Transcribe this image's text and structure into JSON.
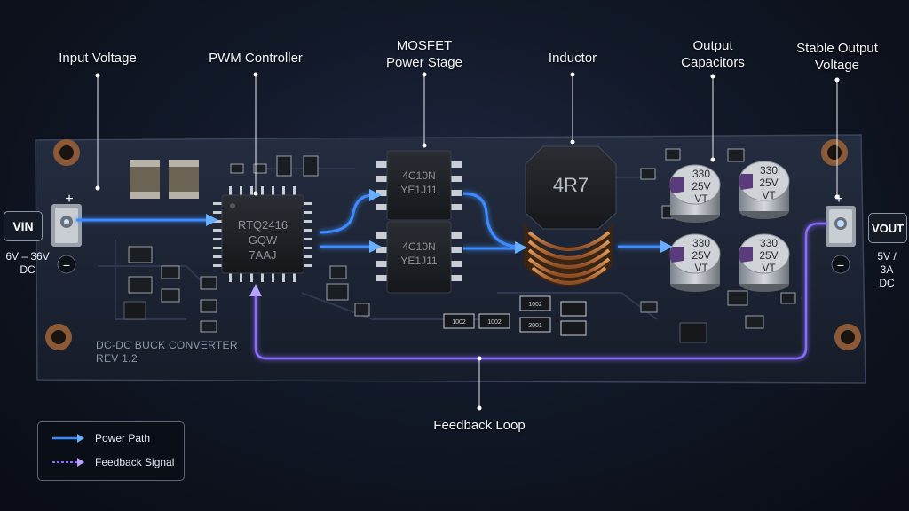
{
  "callouts": {
    "input_voltage": "Input Voltage",
    "pwm_controller": "PWM Controller",
    "mosfet_line1": "MOSFET",
    "mosfet_line2": "Power Stage",
    "inductor": "Inductor",
    "output_caps_line1": "Output",
    "output_caps_line2": "Capacitors",
    "stable_output_line1": "Stable Output",
    "stable_output_line2": "Voltage",
    "feedback_loop": "Feedback Loop"
  },
  "input": {
    "tag": "VIN",
    "range_line1": "6V – 36V",
    "range_line2": "DC",
    "plus": "+",
    "minus": "−"
  },
  "output": {
    "tag": "VOUT",
    "rating_line1": "5V / 3A",
    "rating_line2": "DC",
    "plus": "+",
    "minus": "−"
  },
  "board": {
    "name_line1": "DC-DC BUCK CONVERTER",
    "name_line2": "REV 1.2"
  },
  "controller_chip": {
    "line1": "RTQ2416",
    "line2": "GQW",
    "line3": "7AAJ"
  },
  "mosfets": [
    {
      "line1": "4C10N",
      "line2": "YE1J11"
    },
    {
      "line1": "4C10N",
      "line2": "YE1J11"
    }
  ],
  "inductor_marking": "4R7",
  "capacitors": [
    {
      "line1": "330",
      "line2": "25V",
      "line3": "VT"
    },
    {
      "line1": "330",
      "line2": "25V",
      "line3": "VT"
    },
    {
      "line1": "330",
      "line2": "25V",
      "line3": "VT"
    },
    {
      "line1": "330",
      "line2": "25V",
      "line3": "VT"
    }
  ],
  "resistors": [
    "1002",
    "1002",
    "1002",
    "2001"
  ],
  "legend": {
    "power_path": "Power Path",
    "feedback_signal": "Feedback Signal"
  },
  "colors": {
    "power_path": "#3d8bff",
    "feedback_signal": "#8a6cff",
    "board": "#1a2233",
    "copper": "#c27a45"
  }
}
